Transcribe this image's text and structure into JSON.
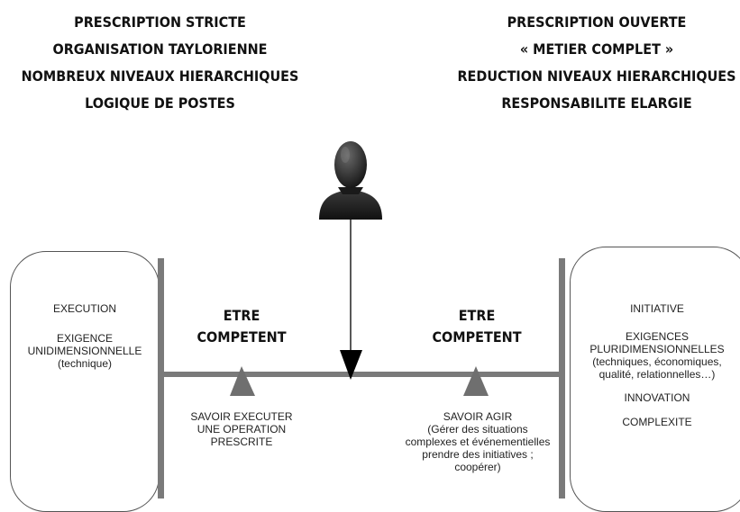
{
  "left_header": [
    "PRESCRIPTION STRICTE",
    "ORGANISATION TAYLORIENNE",
    "NOMBREUX NIVEAUX HIERARCHIQUES",
    "LOGIQUE DE POSTES"
  ],
  "right_header": [
    "PRESCRIPTION OUVERTE",
    "« METIER COMPLET »",
    "REDUCTION NIVEAUX HIERARCHIQUES",
    "RESPONSABILITE ELARGIE"
  ],
  "left_box": [
    "EXECUTION",
    "EXIGENCE",
    "UNIDIMENSIONNELLE",
    "(technique)"
  ],
  "right_box": [
    "INITIATIVE",
    "EXIGENCES",
    "PLURIDIMENSIONNELLES",
    "(techniques, économiques,",
    "qualité, relationnelles…)",
    "INNOVATION",
    "COMPLEXITE"
  ],
  "left_label": [
    "ETRE",
    "COMPETENT"
  ],
  "right_label": [
    "ETRE",
    "COMPETENT"
  ],
  "left_under": [
    "SAVOIR EXECUTER",
    "UNE OPERATION",
    "PRESCRITE"
  ],
  "right_under": [
    "SAVOIR AGIR",
    "(Gérer des situations",
    "complexes et événementielles",
    "prendre des initiatives ;",
    "coopérer)"
  ],
  "colors": {
    "bar": "#7a7a7a",
    "triangle": "#6f6f6f",
    "pointer": "#000000",
    "figure": "#1a1a1a"
  },
  "icons": {
    "person": "person-silhouette-icon"
  }
}
